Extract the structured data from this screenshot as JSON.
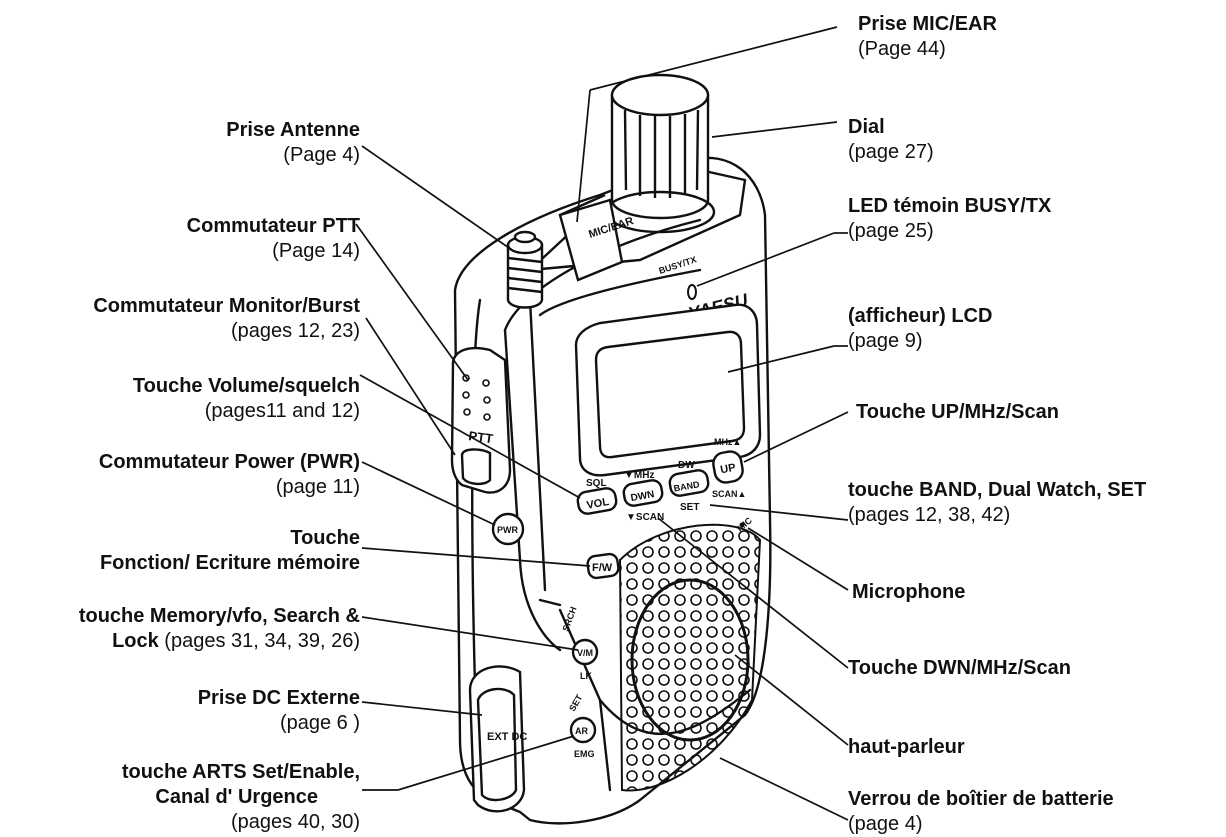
{
  "radio": {
    "brand": "YAESU",
    "mic_ear_label": "MIC/EAR",
    "busy_tx_label": "BUSY/TX",
    "ptt_label": "PTT",
    "sql_label": "SQL",
    "vol_label": "VOL",
    "dwn_top_label": "▼MHz",
    "dwn_label": "DWN",
    "dwn_bottom_label": "▼SCAN",
    "dw_label": "DW",
    "band_label": "BAND",
    "set_label": "SET",
    "up_top_label": "MHz▲",
    "up_label": "UP",
    "up_bottom_label": "SCAN▲",
    "mic_label": "MIC",
    "pwr_label": "PWR",
    "fw_label": "F/W",
    "srch_label": "SRCH",
    "vm_label": "V/M",
    "lk_label": "LK",
    "ar_top_label": "SET",
    "ar_label": "AR",
    "emg_label": "EMG",
    "ext_dc_label": "EXT DC"
  },
  "left_labels": [
    {
      "title": "Prise Antenne",
      "page": "(Page 4)"
    },
    {
      "title": "Commutateur PTT",
      "page": "(Page 14)"
    },
    {
      "title": "Commutateur Monitor/Burst",
      "page": "(pages 12, 23)"
    },
    {
      "title": "Touche Volume/squelch",
      "page": "(pages11 and 12)"
    },
    {
      "title": "Commutateur Power (PWR)",
      "page": "(page 11)"
    },
    {
      "title": "Touche",
      "page": "Fonction/ Ecriture mémoire"
    },
    {
      "title": "touche Memory/vfo, Search &",
      "page": "Lock (pages 31, 34, 39, 26)"
    },
    {
      "title": "Prise DC Externe",
      "page": "(page 6 )"
    },
    {
      "title": "touche ARTS Set/Enable,",
      "page": "Canal d' Urgence",
      "page2": "(pages 40, 30)"
    }
  ],
  "right_labels": [
    {
      "title": "Prise MIC/EAR",
      "page": "(Page 44)"
    },
    {
      "title": "Dial",
      "page": "(page 27)"
    },
    {
      "title": "LED témoin BUSY/TX",
      "page": "(page 25)"
    },
    {
      "title": "(afficheur) LCD",
      "page": "(page 9)"
    },
    {
      "title": "Touche UP/MHz/Scan",
      "page": ""
    },
    {
      "title": "touche BAND, Dual Watch, SET",
      "page": "(pages 12, 38, 42)"
    },
    {
      "title": "Microphone",
      "page": ""
    },
    {
      "title": "Touche DWN/MHz/Scan",
      "page": ""
    },
    {
      "title": "haut-parleur",
      "page": ""
    },
    {
      "title": "Verrou de boîtier de batterie",
      "page": "(page 4)"
    }
  ]
}
